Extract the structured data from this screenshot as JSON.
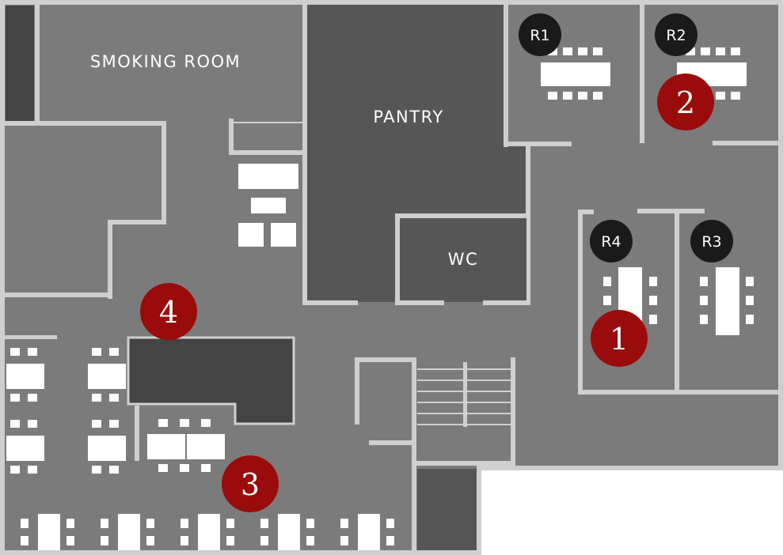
{
  "rooms": {
    "smoking_room": "SMOKING ROOM",
    "pantry": "PANTRY",
    "wc": "WC"
  },
  "room_badges": [
    "R1",
    "R2",
    "R3",
    "R4"
  ],
  "markers": [
    "1",
    "2",
    "3",
    "4"
  ],
  "colors": {
    "floor": "#7b7b7b",
    "walls": "#cfcfcf",
    "dark_area": "#565656",
    "badge": "#1a1a1a",
    "marker": "#9a0b0b",
    "furniture": "#ffffff"
  }
}
